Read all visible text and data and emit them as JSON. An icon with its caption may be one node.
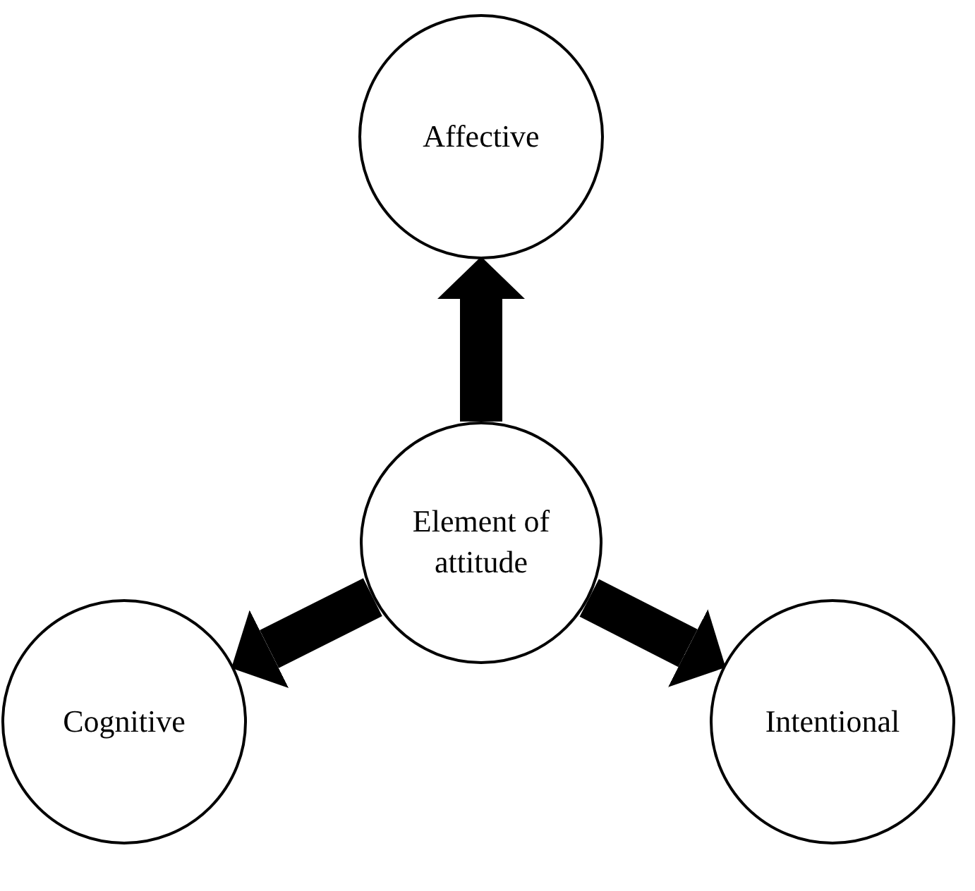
{
  "diagram": {
    "nodes": [
      {
        "text": [
          "Affective"
        ]
      },
      {
        "text": [
          "Element of attitude"
        ]
      },
      {
        "text": [
          "Cognitive"
        ]
      },
      {
        "text": [
          "Intentional"
        ]
      }
    ],
    "edges": [
      {
        "from": 1,
        "to": 0,
        "arrow": "to"
      },
      {
        "from": 1,
        "to": 2,
        "arrow": "to"
      },
      {
        "from": 1,
        "to": 3,
        "arrow": "to"
      }
    ]
  }
}
